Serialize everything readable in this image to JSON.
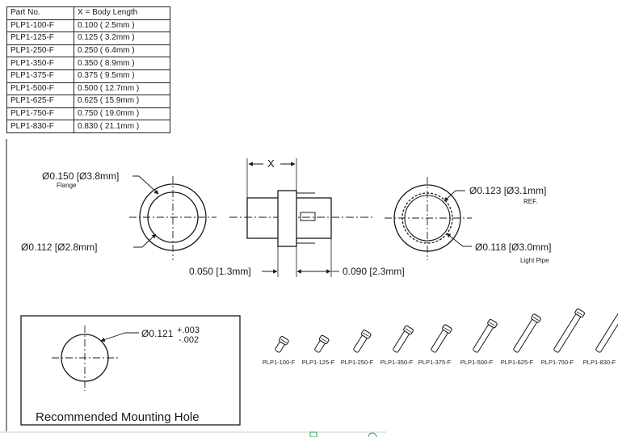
{
  "table": {
    "headers": [
      "Part No.",
      "X = Body Length"
    ],
    "rows": [
      [
        "PLP1-100-F",
        "0.100 ( 2.5mm )"
      ],
      [
        "PLP1-125-F",
        "0.125 ( 3.2mm )"
      ],
      [
        "PLP1-250-F",
        "0.250 ( 6.4mm )"
      ],
      [
        "PLP1-350-F",
        "0.350 ( 8.9mm )"
      ],
      [
        "PLP1-375-F",
        "0.375 ( 9.5mm )"
      ],
      [
        "PLP1-500-F",
        "0.500 ( 12.7mm )"
      ],
      [
        "PLP1-625-F",
        "0.625 ( 15.9mm )"
      ],
      [
        "PLP1-750-F",
        "0.750 ( 19.0mm )"
      ],
      [
        "PLP1-830-F",
        "0.830 ( 21.1mm )"
      ]
    ]
  },
  "front_view": {
    "flange_dim": "Ø0.150 [Ø3.8mm]",
    "flange_label": "Flange",
    "inner_dim": "Ø0.112 [Ø2.8mm]"
  },
  "side_view": {
    "x_label": "X",
    "left_dim": "0.050 [1.3mm]",
    "right_dim": "0.090 [2.3mm]"
  },
  "rear_view": {
    "ref_dim": "Ø0.123 [Ø3.1mm]",
    "ref_label": "REF.",
    "pipe_dim": "Ø0.118 [Ø3.0mm]",
    "pipe_label": "Light Pipe"
  },
  "mounting_hole": {
    "dim": "Ø0.121",
    "tol_plus": "+.003",
    "tol_minus": "-.002",
    "title": "Recommended Mounting Hole"
  },
  "lineup": {
    "labels": [
      "PLP1-100-F",
      "PLP1-125-F",
      "PLP1-250-F",
      "PLP1-350-F",
      "PLP1-375-F",
      "PLP1-500-F",
      "PLP1-625-F",
      "PLP1-750-F",
      "PLP1-830-F"
    ],
    "body_lengths_in": [
      0.1,
      0.125,
      0.25,
      0.35,
      0.375,
      0.5,
      0.625,
      0.75,
      0.83
    ]
  },
  "colors": {
    "line": "#1a1a1a",
    "accent_icon": "#3aa05a"
  }
}
